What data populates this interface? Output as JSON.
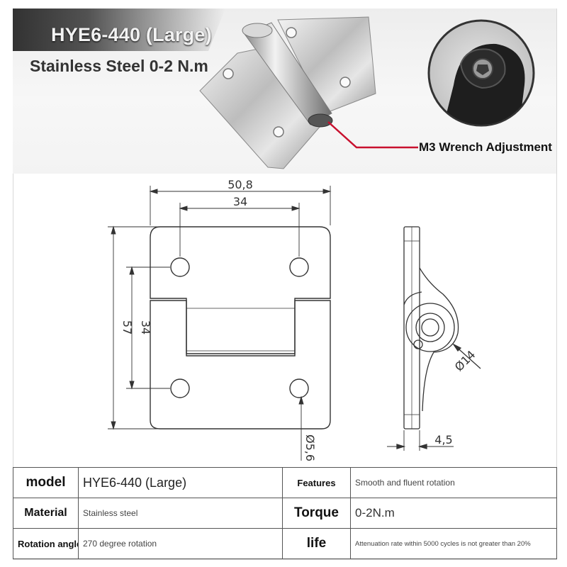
{
  "header": {
    "title": "HYE6-440 (Large)",
    "subtitle": "Stainless Steel 0-2 N.m",
    "callout": "M3 Wrench Adjustment"
  },
  "dimensions": {
    "overall_width": "50,8",
    "hole_spacing_x": "34",
    "overall_height": "57",
    "hole_spacing_y": "34",
    "barrel_diameter": "Ø14",
    "hole_diameter": "Ø5,6",
    "thickness": "4,5"
  },
  "specs": {
    "rows": [
      {
        "k1": "model",
        "v1": "HYE6-440 (Large)",
        "k2": "Features",
        "v2": "Smooth and fluent rotation"
      },
      {
        "k1": "Material",
        "v1": "Stainless steel",
        "k2": "Torque",
        "v2": "0-2N.m"
      },
      {
        "k1": "Rotation angle",
        "v1": "270 degree rotation",
        "k2": "life",
        "v2": "Attenuation rate within 5000 cycles is not greater than 20%"
      }
    ]
  },
  "colors": {
    "callout_line": "#c8102e",
    "drawing_line": "#333333"
  }
}
